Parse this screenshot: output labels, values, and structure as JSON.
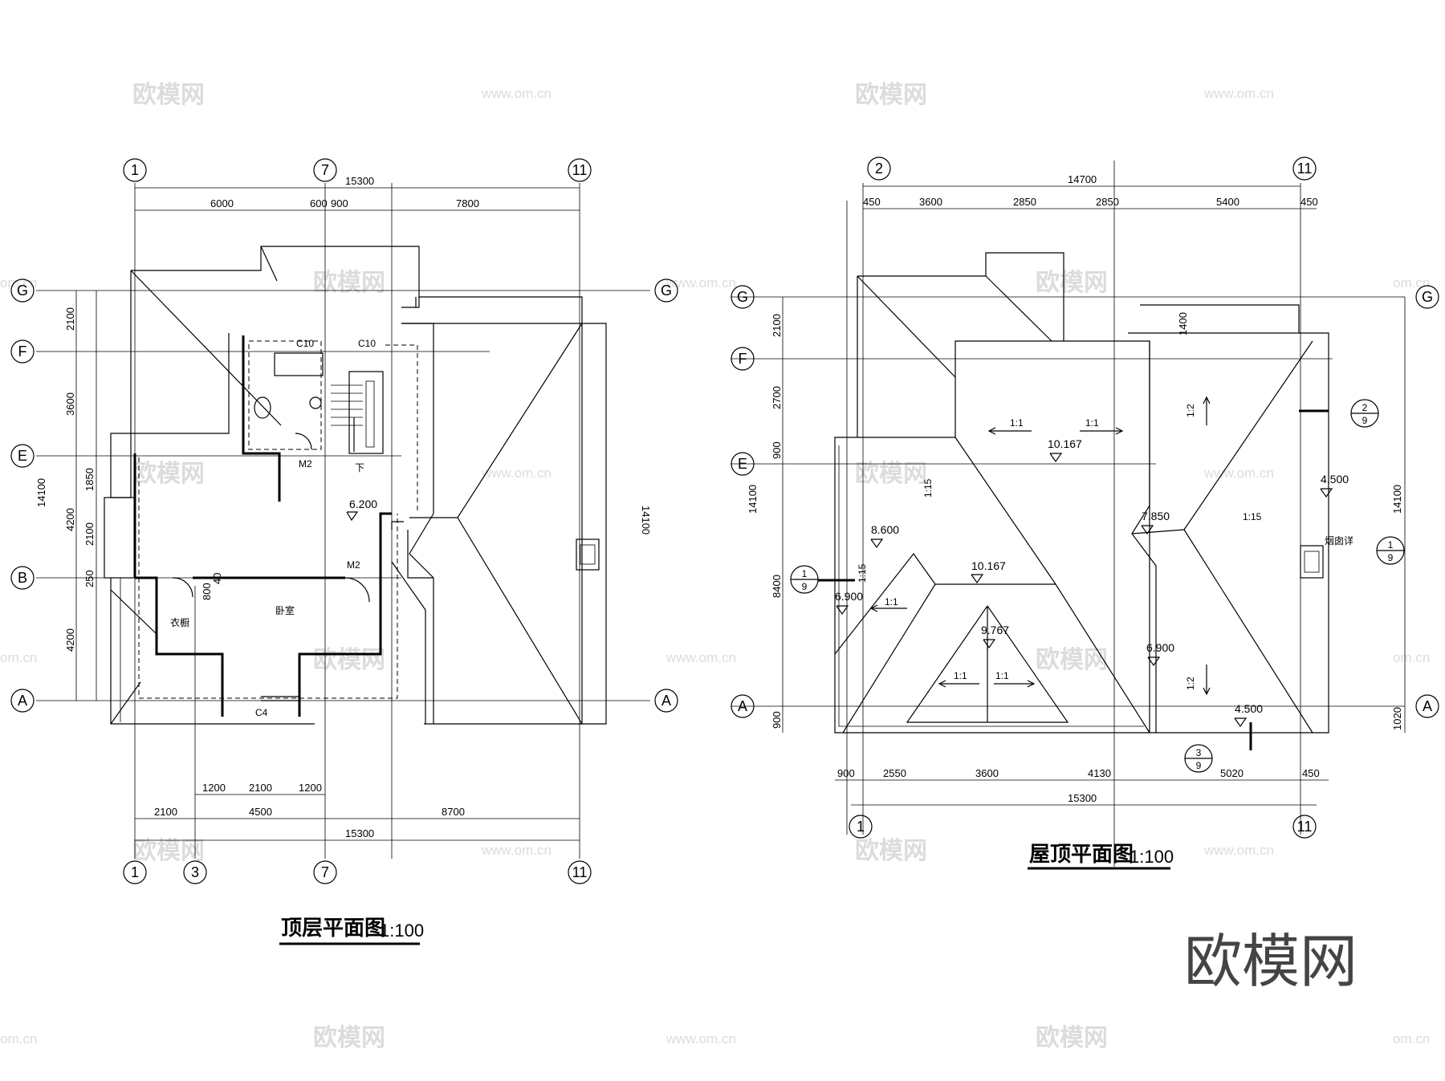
{
  "watermark": {
    "brand": "欧模网",
    "url": "www.om.cn",
    "cn": "om.cn"
  },
  "left_plan": {
    "title": "顶层平面图",
    "scale": "1:100",
    "axes_top": [
      "1",
      "7",
      "11"
    ],
    "axes_bottom": [
      "1",
      "3",
      "7",
      "11"
    ],
    "axes_left": [
      "G",
      "F",
      "E",
      "B",
      "A"
    ],
    "axes_right": [
      "G",
      "A"
    ],
    "dims_top_total": "15300",
    "dims_top": [
      "6000",
      "600",
      "900",
      "7800"
    ],
    "dims_left": [
      "2100",
      "3600",
      "1850",
      "4200",
      "2100",
      "250",
      "4200"
    ],
    "dims_left_total": "14100",
    "dims_right_total": "14100",
    "dims_bottom_1": [
      "1200",
      "2100",
      "1200"
    ],
    "dims_bottom_2": [
      "2100",
      "4500",
      "8700"
    ],
    "dims_bottom_total": "15300",
    "labels": {
      "c10a": "C10",
      "c10b": "C10",
      "m2a": "M2",
      "m2b": "M2",
      "down": "下",
      "c4": "C4",
      "closet": "衣橱",
      "bedroom": "卧室",
      "d800": "800",
      "d40": "40"
    },
    "elev": "6.200"
  },
  "right_plan": {
    "title": "屋顶平面图",
    "scale": "1:100",
    "axes_top": [
      "2",
      "11"
    ],
    "axes_bottom": [
      "1",
      "11"
    ],
    "axes_left": [
      "G",
      "F",
      "E",
      "A"
    ],
    "axes_right": [
      "G",
      "A"
    ],
    "dims_top_total": "14700",
    "dims_top": [
      "450",
      "3600",
      "2850",
      "2850",
      "5400",
      "450"
    ],
    "dims_left": [
      "2100",
      "2700",
      "900",
      "8400",
      "900"
    ],
    "dims_left_total": "14100",
    "dims_right": [
      "1400",
      "14100",
      "1020"
    ],
    "dims_bottom": [
      "900",
      "2550",
      "3600",
      "4130",
      "5020",
      "450"
    ],
    "dims_bottom_total": "15300",
    "slopes": [
      "1:1",
      "1:1",
      "1:15",
      "1:2",
      "1:15",
      "1:15",
      "1:1",
      "1:1",
      "1:1",
      "1:2"
    ],
    "elevs": [
      "10.167",
      "10.167",
      "8.600",
      "6.900",
      "9.767",
      "7.850",
      "4.500",
      "6.900",
      "4.500"
    ],
    "chimney": "烟囱详",
    "details": [
      {
        "num": "2",
        "sheet": "9"
      },
      {
        "num": "1",
        "sheet": "9"
      },
      {
        "num": "1",
        "sheet": "9"
      },
      {
        "num": "3",
        "sheet": "9"
      }
    ]
  }
}
